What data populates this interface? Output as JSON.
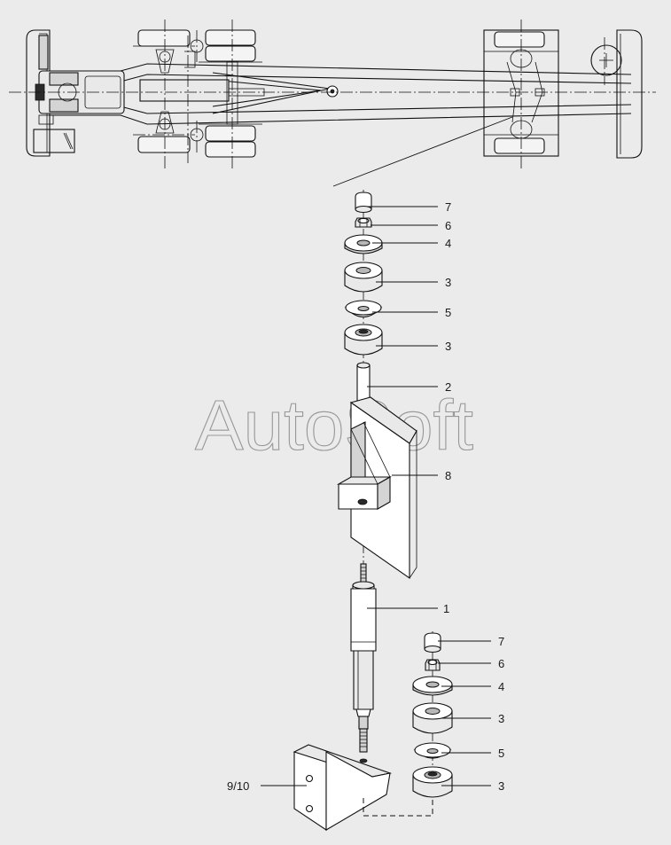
{
  "watermark": "AutoSoft",
  "callouts_top": [
    "7",
    "6",
    "4",
    "3",
    "5",
    "3",
    "2",
    "8",
    "1"
  ],
  "callouts_bottom": [
    "7",
    "6",
    "4",
    "3",
    "5",
    "3",
    "9/10"
  ]
}
